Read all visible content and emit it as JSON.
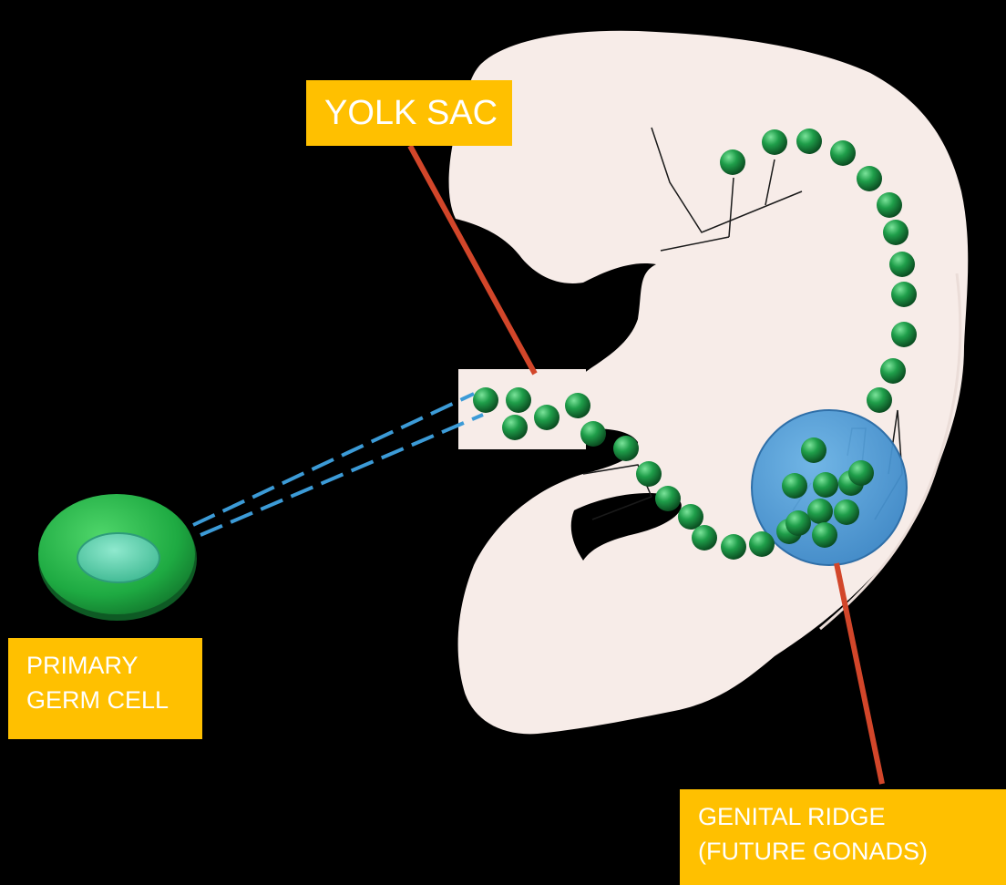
{
  "labels": {
    "yolk_sac": "YOLK SAC",
    "primary_germ_cell": [
      "PRIMARY",
      "GERM CELL"
    ],
    "genital_ridge": [
      "GENITAL RIDGE",
      "(FUTURE GONADS)"
    ]
  },
  "colors": {
    "background": "#000000",
    "embryo": "#F7ECE8",
    "germ_cell": "#1F9E4A",
    "germ_cell_nucleus": "#5FD3B0",
    "genital_ridge": "#4A9BD8",
    "label_box": "#FFC000",
    "label_text": "#FFFFFF",
    "pointer_line": "#D2462A",
    "dashed_line": "#3C9BD7"
  }
}
